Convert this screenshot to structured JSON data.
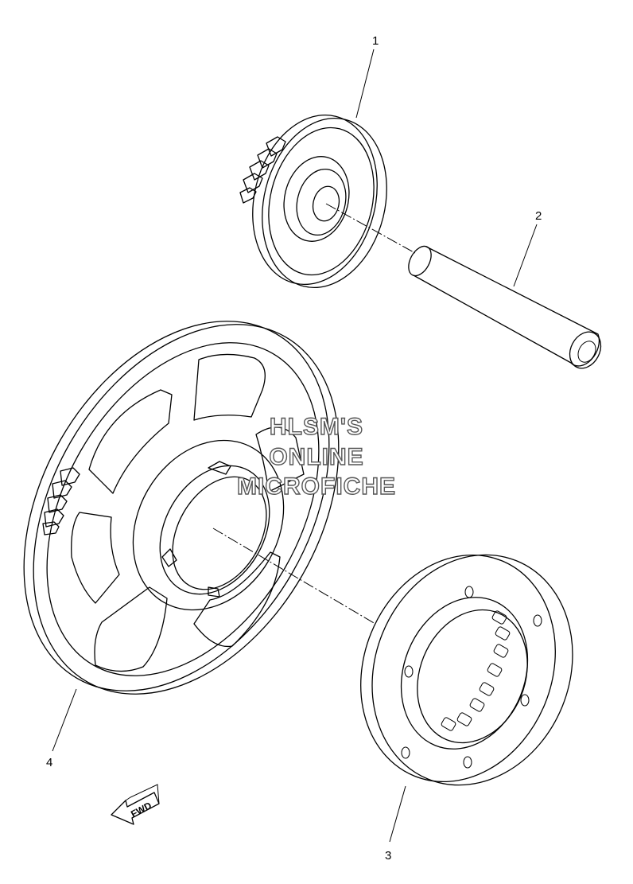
{
  "callouts": [
    {
      "number": "1",
      "part": "idler-gear"
    },
    {
      "number": "2",
      "part": "idler-shaft"
    },
    {
      "number": "3",
      "part": "one-way-clutch"
    },
    {
      "number": "4",
      "part": "starter-wheel-gear"
    }
  ],
  "watermark": {
    "line1": "HLSM'S",
    "line2": "ONLINE",
    "line3": "MICROFICHE"
  },
  "direction_badge": {
    "label": "FWD",
    "icon": "forward-arrow-icon"
  },
  "colors": {
    "line": "#000000",
    "background": "#ffffff",
    "watermark_outline": "#555555"
  }
}
